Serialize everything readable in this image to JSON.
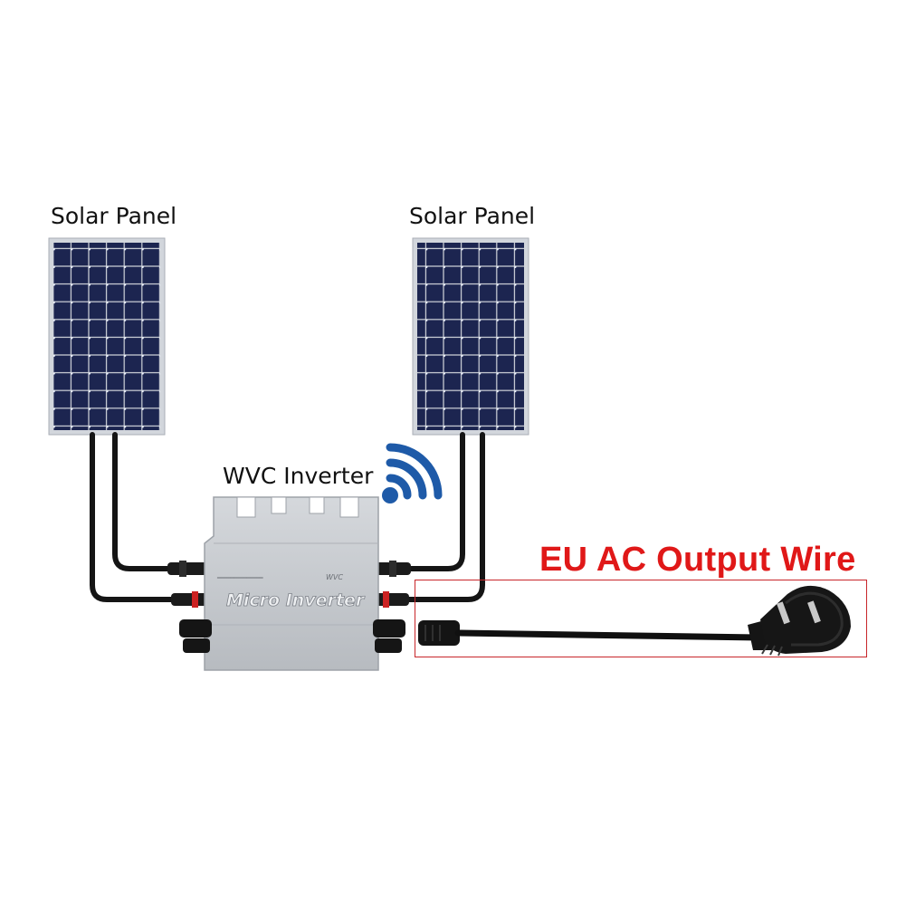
{
  "labels": {
    "solar_panel_left": "Solar Panel",
    "solar_panel_right": "Solar Panel",
    "inverter": "WVC Inverter",
    "output_wire": "EU AC Output Wire",
    "device_text": "Micro Inverter"
  },
  "colors": {
    "panel_cell": "#1a2450",
    "panel_frame": "#c7ccd4",
    "wifi": "#1e5aa8",
    "output_text": "#e01818",
    "inverter_body": "#c9ccd0"
  },
  "icons": {
    "wifi": "wifi-icon",
    "plug": "eu-plug-icon"
  }
}
